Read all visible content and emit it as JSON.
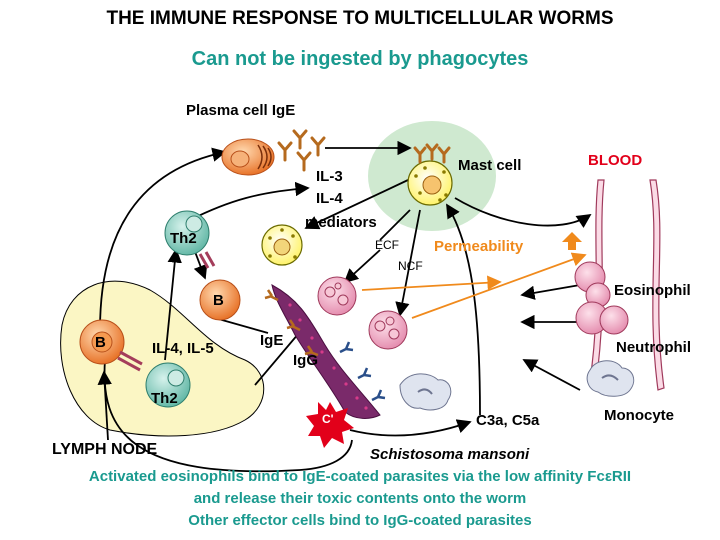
{
  "title": "THE IMMUNE RESPONSE TO MULTICELLULAR WORMS",
  "subtitle": "Can not be ingested by phagocytes",
  "colors": {
    "teal": "#1a9a8f",
    "orange": "#f08a1c",
    "red": "#e2001a",
    "lymph_node": "#fbf6c4",
    "mast_halo": "#cfe9d0",
    "worm": "#7a2a6a"
  },
  "labels": {
    "plasma_cell": "Plasma cell IgE",
    "mast_cell": "Mast cell",
    "blood": "BLOOD",
    "il3": "IL-3",
    "il4": "IL-4",
    "mediators": "mediators",
    "ecf": "ECF",
    "ncf": "NCF",
    "permeability": "Permeability",
    "th2_top": "Th2",
    "b_top": "B",
    "b_left": "B",
    "th2_bottom": "Th2",
    "il4_il5": "IL-4, IL-5",
    "ige": "IgE",
    "igg": "IgG",
    "complement": "C'",
    "eosinophil": "Eosinophil",
    "neutrophil": "Neutrophil",
    "monocyte": "Monocyte",
    "c3a_c5a": "C3a, C5a",
    "lymph_node": "LYMPH NODE",
    "schistosoma": "Schistosoma mansoni"
  },
  "caption": {
    "line1": "Activated eosinophils bind to IgE-coated parasites via the low affinity FcεRII",
    "line2": "and release their toxic contents onto the worm",
    "line3": "Other effector cells bind to IgG-coated parasites"
  }
}
